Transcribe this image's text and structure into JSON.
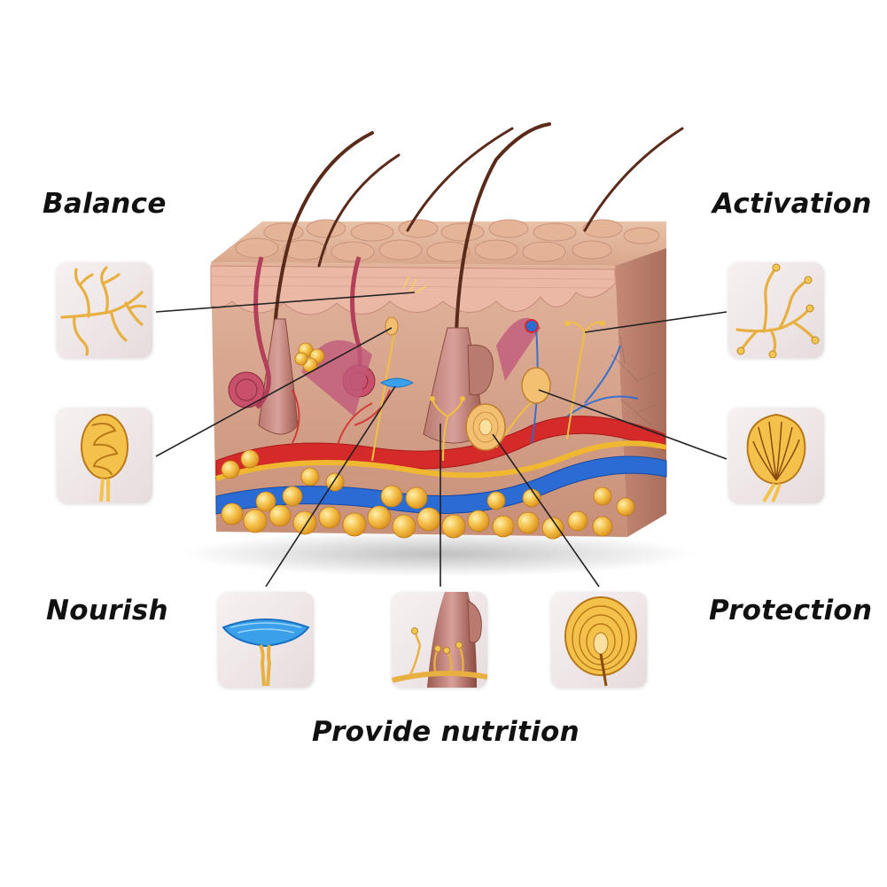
{
  "labels": {
    "balance": "Balance",
    "activation": "Activation",
    "nourish": "Nourish",
    "protection": "Protection",
    "provide_nutrition": "Provide nutrition"
  },
  "colors": {
    "skin": "#d9a98c",
    "dermis": "#c98a78",
    "epidermis": "#e8b8a4",
    "fat": "#f2b63c",
    "artery": "#d42a2a",
    "vein": "#2a6bd4",
    "nerve": "#f0c040",
    "hair": "#5a2a1a"
  }
}
